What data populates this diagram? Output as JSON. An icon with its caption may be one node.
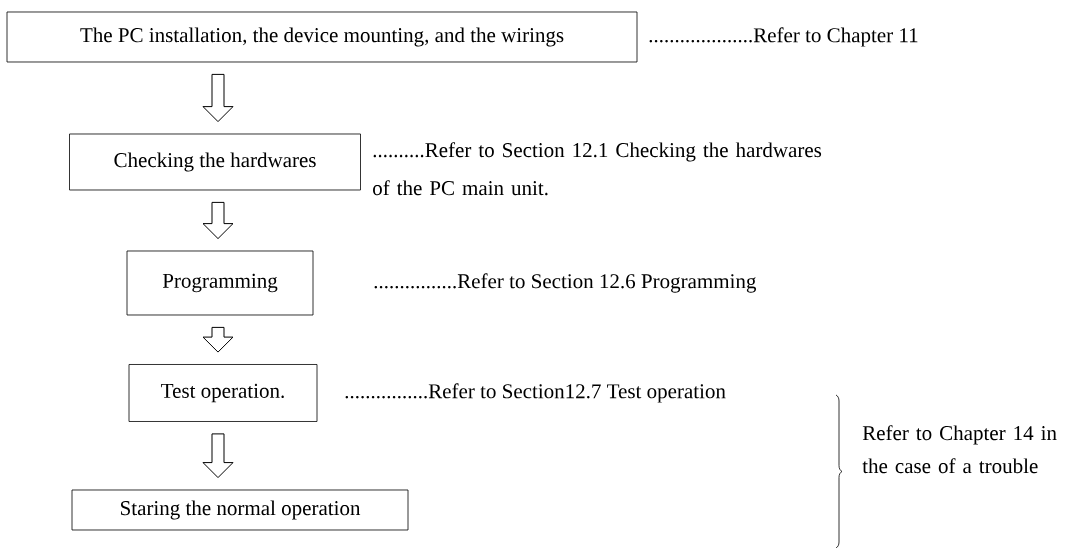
{
  "diagram": {
    "nodes": [
      {
        "text": [
          "The PC installation, the device mounting, and the wirings"
        ],
        "beside": [
          "....................Refer to Chapter 11"
        ]
      },
      {
        "text": [
          "Checking the hardwares"
        ],
        "beside": [
          "..........Refer to Section 12.1 Checking the hardwares of the PC main unit."
        ]
      },
      {
        "text": [
          "Programming"
        ],
        "beside": [
          "................Refer to Section 12.6 Programming"
        ]
      },
      {
        "text": [
          "Test operation."
        ],
        "beside": [
          "................Refer to Section12.7 Test operation"
        ]
      },
      {
        "text": [
          "Staring the normal operation"
        ]
      }
    ],
    "edges": [
      {
        "from": 0,
        "to": 1,
        "arrow": "to"
      },
      {
        "from": 1,
        "to": 2,
        "arrow": "to"
      },
      {
        "from": 2,
        "to": 3,
        "arrow": "to"
      },
      {
        "from": 3,
        "to": 4,
        "arrow": "to"
      }
    ],
    "labels": [
      "Refer to Chapter 14 in the case of a trouble"
    ]
  }
}
